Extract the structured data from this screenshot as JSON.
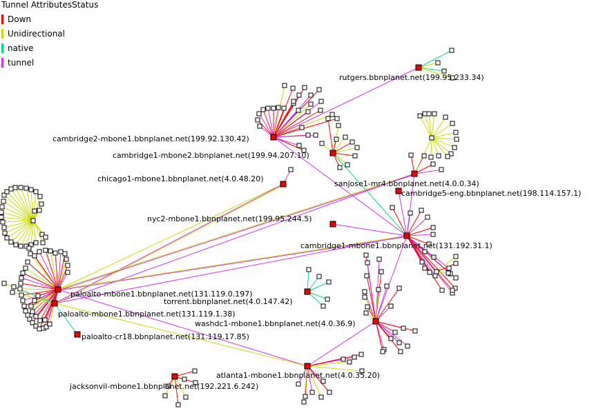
{
  "legend": {
    "title": "Tunnel AttributesStatus",
    "items": [
      {
        "label": "Down",
        "color": "#ff0000"
      },
      {
        "label": "Unidirectional",
        "color": "#ccdd00"
      },
      {
        "label": "native",
        "color": "#00dd88"
      },
      {
        "label": "tunnel",
        "color": "#cc33ee"
      }
    ]
  },
  "routers": [
    {
      "id": "rutgers",
      "label": "rutgers.bbnplanet.net(199.95.233.34)"
    },
    {
      "id": "cambridge2",
      "label": "cambridge2-mbone1.bbnplanet.net(199.92.130.42)"
    },
    {
      "id": "cambridge1m2",
      "label": "cambridge1-mbone2.bbnplanet.net(199.94.207.10)"
    },
    {
      "id": "chicago1",
      "label": "chicago1-mbone1.bbnplanet.net(4.0.48.20)"
    },
    {
      "id": "sanjose1",
      "label": "sanjose1-mr4.bbnplanet.net(4.0.0.34)"
    },
    {
      "id": "cambridge5",
      "label": "cambridge5-eng.bbnplanet.net(198.114.157.1)"
    },
    {
      "id": "nyc2",
      "label": "nyc2-mbone1.bbnplanet.net(199.95.244.5)"
    },
    {
      "id": "cambridge1m1",
      "label": "cambridge1-mbone1.bbnplanet.net(131.192.31.1)"
    },
    {
      "id": "paloalto0197",
      "label": "paloalto-mbone1.bbnplanet.net(131.119.0.197)"
    },
    {
      "id": "torrent",
      "label": "torrent.bbnplanet.net(4.0.147.42)"
    },
    {
      "id": "paloalto138",
      "label": "paloalto-mbone1.bbnplanet.net(131.119.1.38)"
    },
    {
      "id": "washdc1",
      "label": "washdc1-mbone1.bbnplanet.net(4.0.36.9)"
    },
    {
      "id": "paloaltocr18",
      "label": "paloalto-cr18.bbnplanet.net(131.119.17.85)"
    },
    {
      "id": "atlanta1",
      "label": "atlanta1-mbone1.bbnplanet.net(4.0.35.20)"
    },
    {
      "id": "jacksonvil",
      "label": "jacksonvil-mbone1.bbnplanet.net(192.221.6.242)"
    }
  ],
  "tunnels": [
    {
      "from": "rutgers",
      "to": "cambridge2",
      "status": "tunnel"
    },
    {
      "from": "cambridge2",
      "to": "cambridge1m1",
      "status": "tunnel"
    },
    {
      "from": "cambridge1m2",
      "to": "cambridge1m1",
      "status": "native"
    },
    {
      "from": "sanjose1",
      "to": "cambridge1m1",
      "status": "tunnel"
    },
    {
      "from": "nyc2",
      "to": "cambridge1m1",
      "status": "tunnel"
    },
    {
      "from": "cambridge5",
      "to": "cambridge1m1",
      "status": "tunnel"
    },
    {
      "from": "chicago1",
      "to": "paloalto0197",
      "status": "Unidirectional"
    },
    {
      "from": "chicago1",
      "to": "paloalto138",
      "status": "tunnel"
    },
    {
      "from": "sanjose1",
      "to": "paloalto0197",
      "status": "Unidirectional"
    },
    {
      "from": "sanjose1",
      "to": "paloalto138",
      "status": "tunnel"
    },
    {
      "from": "cambridge1m1",
      "to": "paloalto0197",
      "status": "Unidirectional"
    },
    {
      "from": "cambridge1m1",
      "to": "paloalto138",
      "status": "tunnel"
    },
    {
      "from": "washdc1",
      "to": "cambridge1m1",
      "status": "tunnel"
    },
    {
      "from": "washdc1",
      "to": "atlanta1",
      "status": "tunnel"
    },
    {
      "from": "paloalto0197",
      "to": "atlanta1",
      "status": "tunnel"
    },
    {
      "from": "paloalto138",
      "to": "atlanta1",
      "status": "Unidirectional"
    },
    {
      "from": "paloalto138",
      "to": "paloaltocr18",
      "status": "native"
    },
    {
      "from": "paloalto0197",
      "to": "paloalto138",
      "status": "Down"
    }
  ]
}
